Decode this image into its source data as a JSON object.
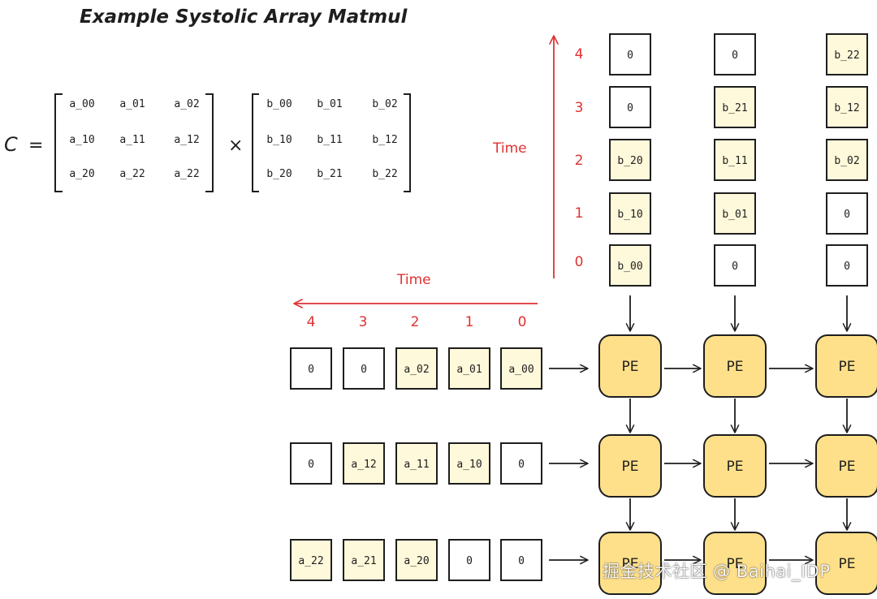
{
  "title": "Example Systolic Array Matmul",
  "equation": {
    "lhs": "C",
    "equals": "=",
    "times": "×",
    "matrix_a": [
      [
        "a_00",
        "a_01",
        "a_02"
      ],
      [
        "a_10",
        "a_11",
        "a_12"
      ],
      [
        "a_20",
        "a_22",
        "a_22"
      ]
    ],
    "matrix_b": [
      [
        "b_00",
        "b_01",
        "b_02"
      ],
      [
        "b_10",
        "b_11",
        "b_12"
      ],
      [
        "b_20",
        "b_21",
        "b_22"
      ]
    ]
  },
  "colors": {
    "ink": "#1e1e1e",
    "time_red": "#e03131",
    "cell_fill": "#fff9db",
    "pe_fill": "#ffe08a",
    "empty_fill": "#ffffff"
  },
  "vertical_axis": {
    "label": "Time",
    "ticks": [
      "4",
      "3",
      "2",
      "1",
      "0"
    ]
  },
  "horizontal_axis": {
    "label": "Time",
    "ticks": [
      "4",
      "3",
      "2",
      "1",
      "0"
    ]
  },
  "b_columns": [
    [
      "0",
      "0",
      "b_20",
      "b_10",
      "b_00"
    ],
    [
      "0",
      "b_21",
      "b_11",
      "b_01",
      "0"
    ],
    [
      "b_22",
      "b_12",
      "b_02",
      "0",
      "0"
    ]
  ],
  "a_rows": [
    [
      "0",
      "0",
      "a_02",
      "a_01",
      "a_00"
    ],
    [
      "0",
      "a_12",
      "a_11",
      "a_10",
      "0"
    ],
    [
      "a_22",
      "a_21",
      "a_20",
      "0",
      "0"
    ]
  ],
  "pe_label": "PE",
  "watermark": "掘金技术社区 @ Baihai_IDP"
}
